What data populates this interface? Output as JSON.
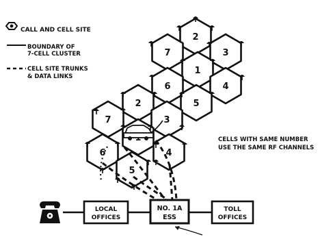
{
  "legend": {
    "call_site": "CALL AND CELL SITE",
    "boundary_line1": "BOUNDARY OF",
    "boundary_line2": "7-CELL CLUSTER",
    "trunks_line1": "CELL SITE TRUNKS",
    "trunks_line2": "& DATA LINKS"
  },
  "note": {
    "line1": "CELLS WITH SAME NUMBER",
    "line2": "USE THE SAME RF CHANNELS"
  },
  "boxes": {
    "local_line1": "LOCAL",
    "local_line2": "OFFICES",
    "ess_line1": "NO. 1A",
    "ess_line2": "ESS",
    "toll_line1": "TOLL",
    "toll_line2": "OFFICES"
  },
  "cells": [
    {
      "id": "upper-2",
      "label": "2"
    },
    {
      "id": "upper-7",
      "label": "7"
    },
    {
      "id": "upper-3",
      "label": "3"
    },
    {
      "id": "upper-1",
      "label": "1"
    },
    {
      "id": "upper-6",
      "label": "6"
    },
    {
      "id": "upper-4",
      "label": "4"
    },
    {
      "id": "upper-5",
      "label": "5"
    },
    {
      "id": "lower-2",
      "label": "2"
    },
    {
      "id": "lower-7",
      "label": "7"
    },
    {
      "id": "lower-3",
      "label": "3"
    },
    {
      "id": "lower-1",
      "label": "1"
    },
    {
      "id": "lower-6",
      "label": "6"
    },
    {
      "id": "lower-4",
      "label": "4"
    },
    {
      "id": "lower-5",
      "label": "5"
    }
  ],
  "colors": {
    "ink": "#111111",
    "paper": "#ffffff"
  },
  "icons": [
    "cell-site-antenna-icon",
    "telephone-icon",
    "car-icon",
    "arrow-icon"
  ]
}
